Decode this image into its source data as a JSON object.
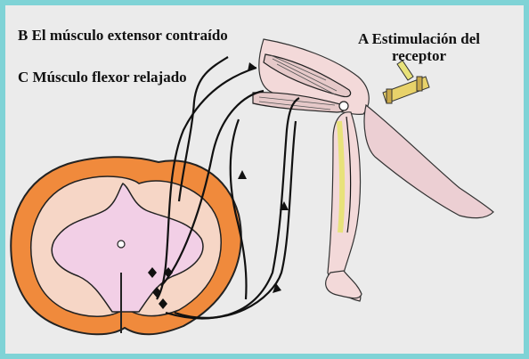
{
  "labels": {
    "b": "B El músculo extensor contraído",
    "c": "C Músculo flexor relajado",
    "a_line1": "A Estimulación del",
    "a_line2": "receptor"
  },
  "colors": {
    "frame": "#7fd3d6",
    "paper": "#ebebeb",
    "grey_matter": "#f2cfe6",
    "white_matter_orange": "#f08a3c",
    "nerve_yellow": "#e8e27a",
    "skin": "#f3d9d9",
    "ink": "#111111"
  },
  "icons": [
    "spinal-cord-cross-section",
    "leg-drawing",
    "reflex-hammer",
    "extensor-muscle",
    "flexor-muscle"
  ]
}
